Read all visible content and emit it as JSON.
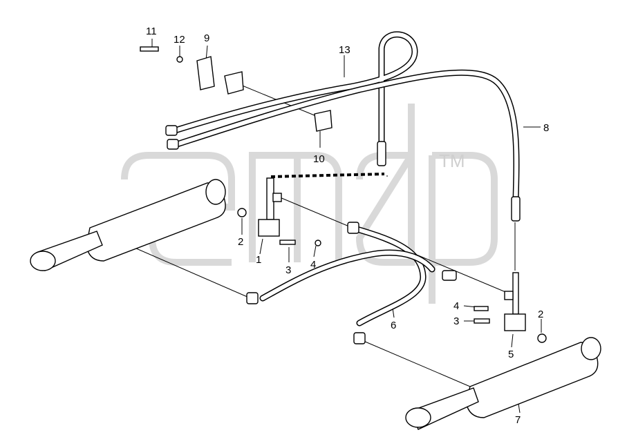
{
  "watermark": {
    "trademark": "TM"
  },
  "callouts": [
    {
      "id": "c11",
      "text": "11"
    },
    {
      "id": "c12",
      "text": "12"
    },
    {
      "id": "c9",
      "text": "9"
    },
    {
      "id": "c13",
      "text": "13"
    },
    {
      "id": "c10",
      "text": "10"
    },
    {
      "id": "c8",
      "text": "8"
    },
    {
      "id": "c2a",
      "text": "2"
    },
    {
      "id": "c1",
      "text": "1"
    },
    {
      "id": "c3a",
      "text": "3"
    },
    {
      "id": "c4a",
      "text": "4"
    },
    {
      "id": "c6",
      "text": "6"
    },
    {
      "id": "c4b",
      "text": "4"
    },
    {
      "id": "c3b",
      "text": "3"
    },
    {
      "id": "c2b",
      "text": "2"
    },
    {
      "id": "c5",
      "text": "5"
    },
    {
      "id": "c7",
      "text": "7"
    }
  ]
}
